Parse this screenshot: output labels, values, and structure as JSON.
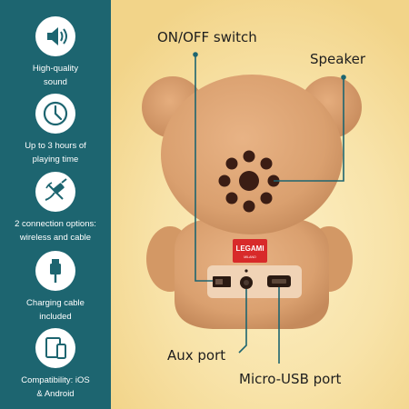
{
  "features": [
    {
      "icon": "speaker-icon",
      "label": "High-quality sound"
    },
    {
      "icon": "clock-icon",
      "label": "Up to 3 hours of playing time"
    },
    {
      "icon": "cable-icon",
      "label": "2 connection options: wireless and cable"
    },
    {
      "icon": "charging-cable-icon",
      "label": "Charging cable included"
    },
    {
      "icon": "devices-icon",
      "label": "Compatibility: iOS & Android"
    }
  ],
  "callouts": {
    "onoff": "ON/OFF switch",
    "speaker": "Speaker",
    "aux": "Aux port",
    "usb": "Micro-USB port"
  },
  "brand_tag": {
    "line1": "LEGAMI",
    "line2": "MILANO"
  },
  "colors": {
    "sidebar": "#1d6570",
    "bear_body": "#e0a577",
    "tag_red": "#d82a2a",
    "leader_line": "#1d6570"
  }
}
